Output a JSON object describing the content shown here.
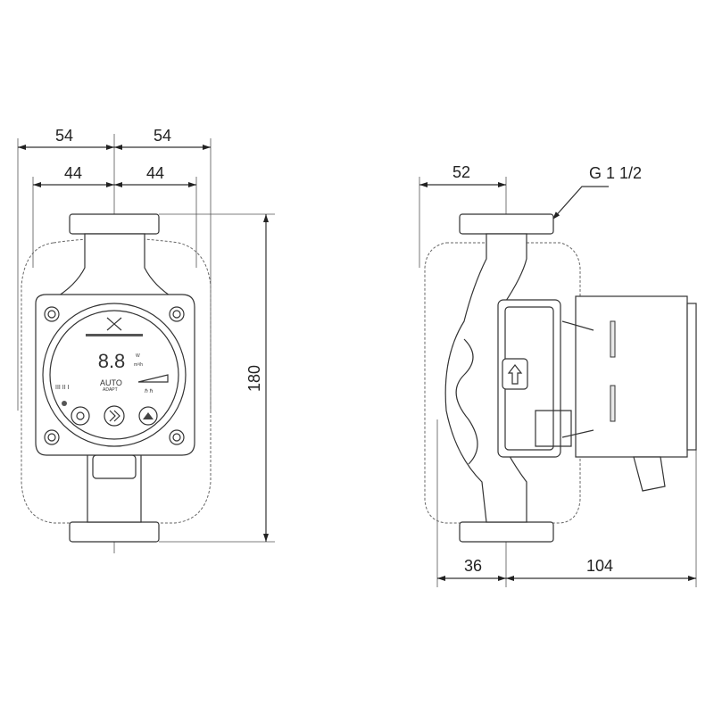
{
  "front_view": {
    "dimensions": {
      "left_outer": "54",
      "right_outer": "54",
      "left_inner": "44",
      "right_inner": "44",
      "height": "180"
    },
    "display": {
      "value": "8.8",
      "unit_top": "W",
      "unit_bottom": "m³/h",
      "mode": "AUTO",
      "mode_sub": "ADAPT",
      "mode_bars": "III II I"
    }
  },
  "side_view": {
    "dimensions": {
      "top_offset": "52",
      "bottom_left": "36",
      "bottom_right": "104"
    },
    "thread_label": "G 1 1/2"
  }
}
